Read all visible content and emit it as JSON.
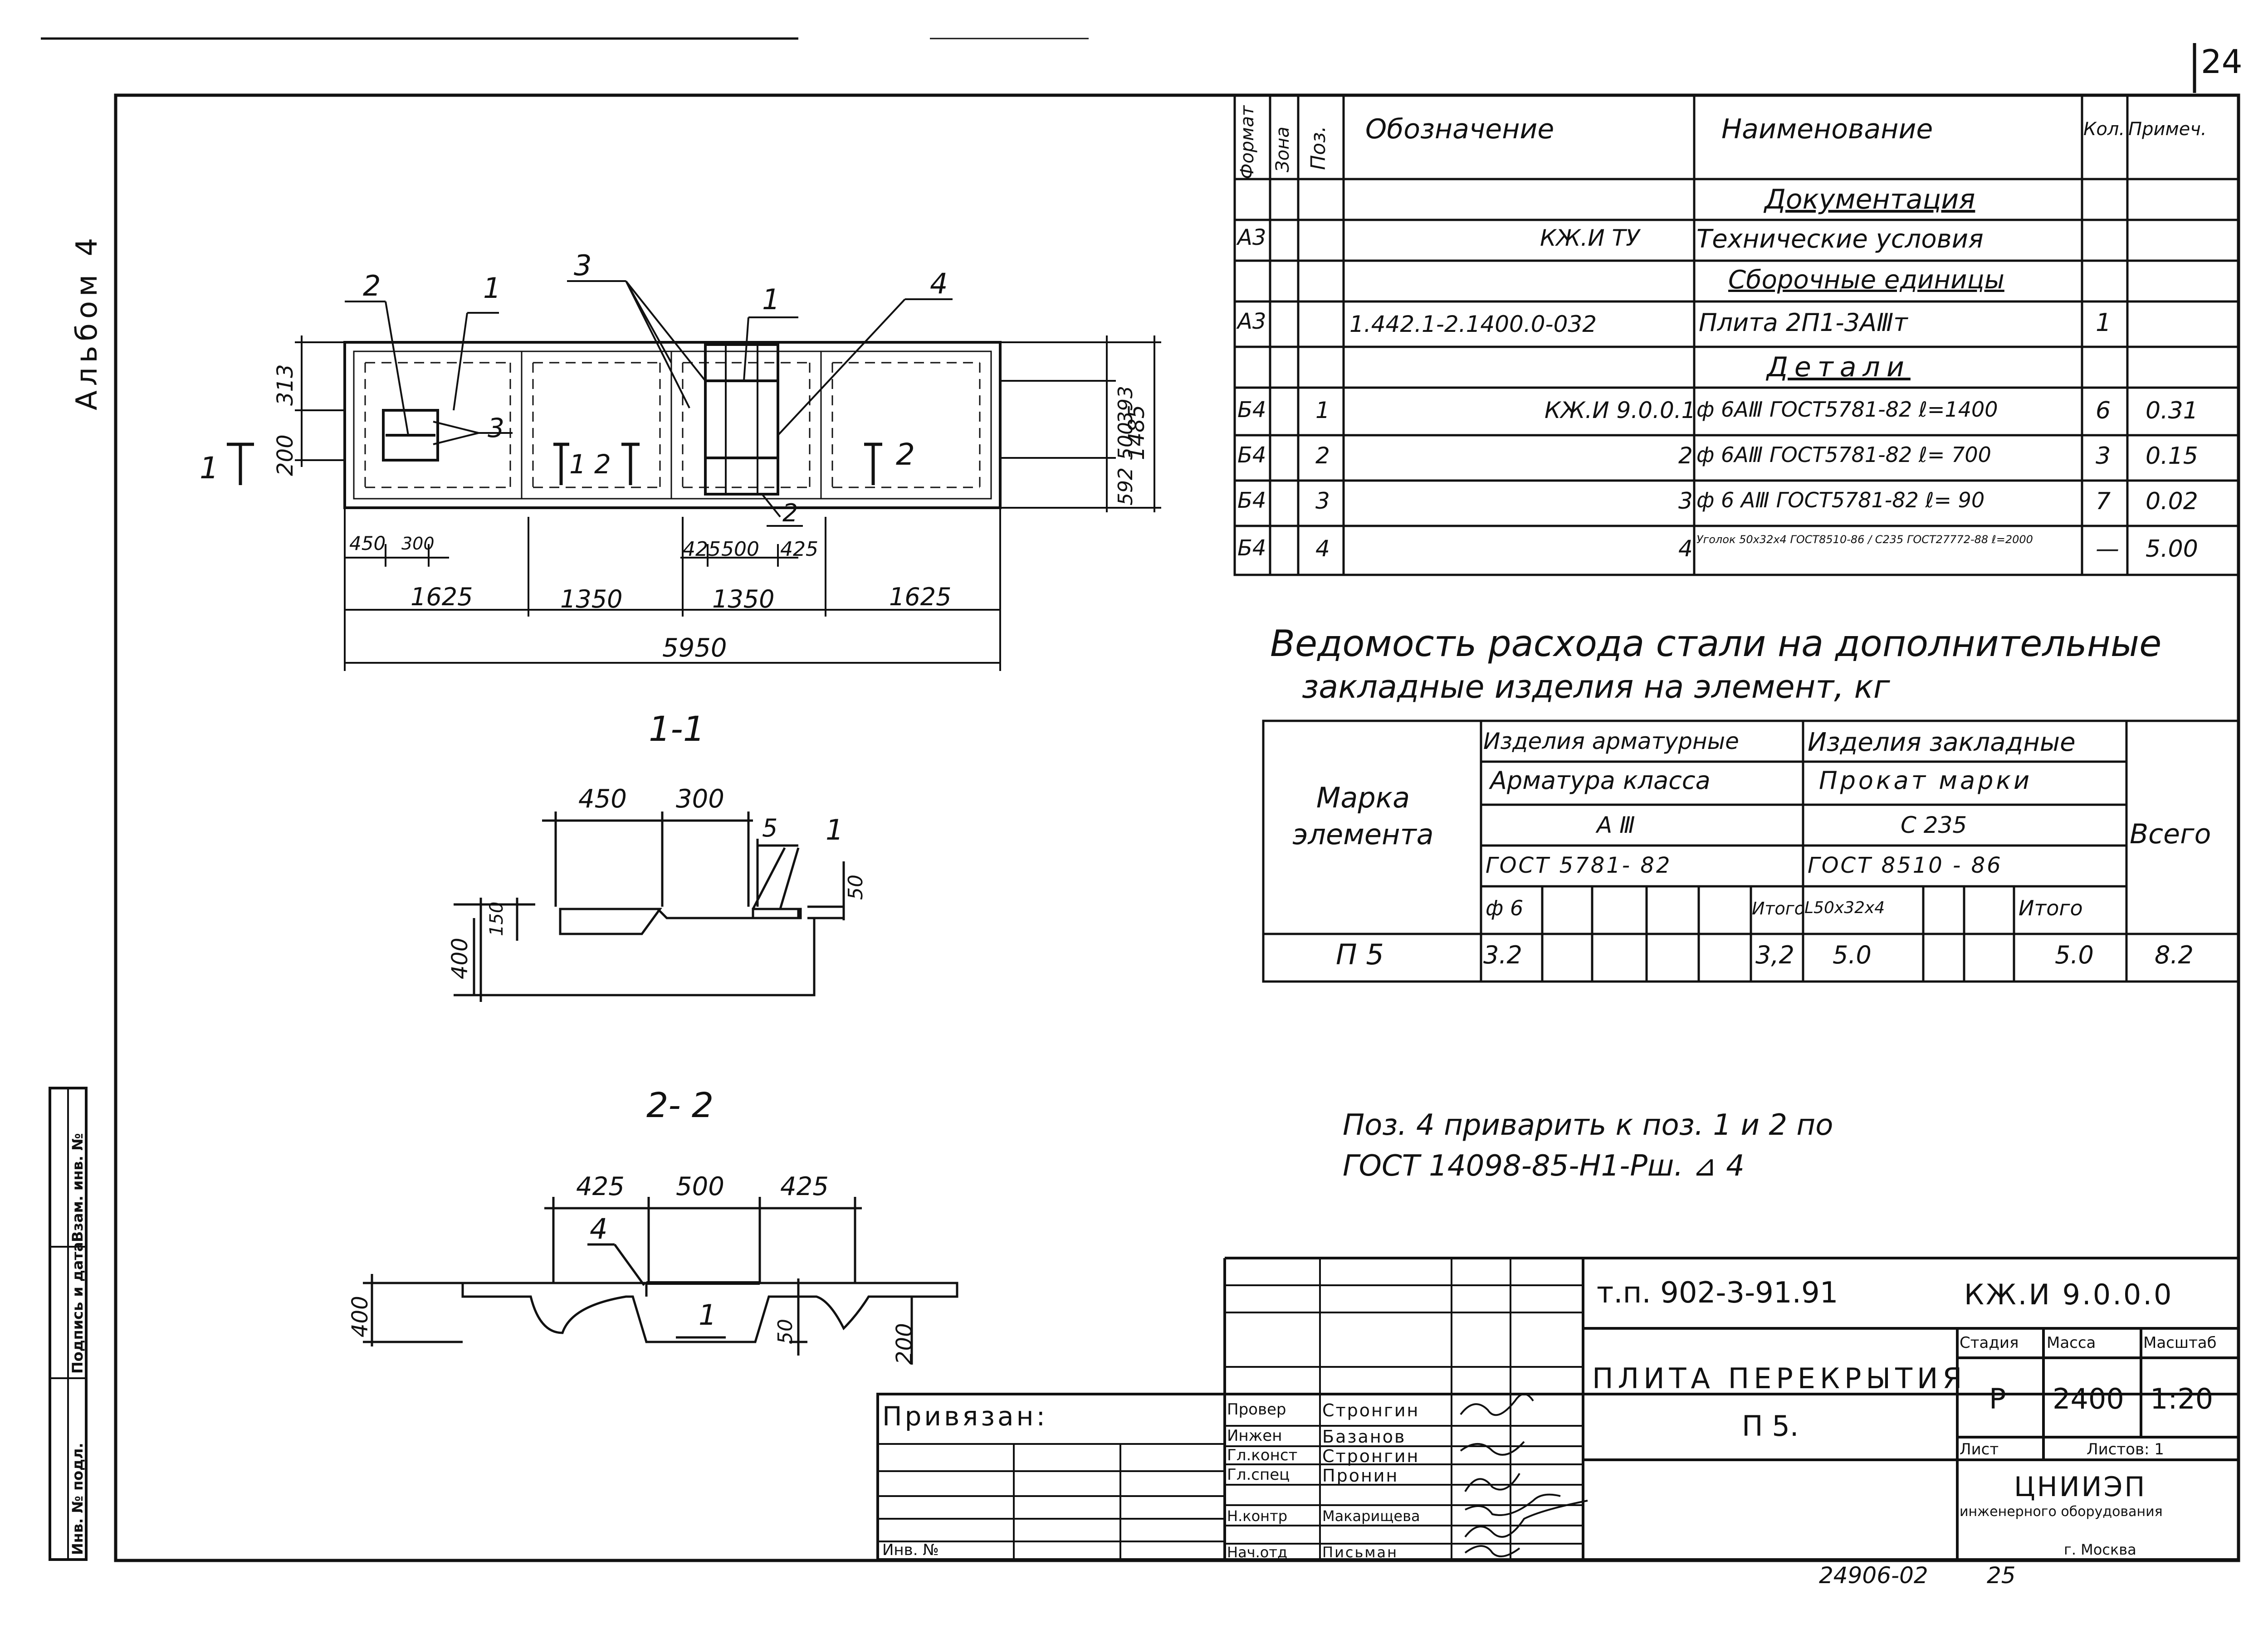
{
  "page": {
    "number": "24",
    "album": "Альбом 4"
  },
  "spec_table": {
    "headers": {
      "format": "Формат",
      "zone": "Зона",
      "pos": "Поз.",
      "designation": "Обозначение",
      "name": "Наименование",
      "qty": "Кол.",
      "note": "Примеч."
    },
    "rows": [
      {
        "format": "",
        "pos": "",
        "designation": "",
        "name": "Документация",
        "qty": "",
        "note": ""
      },
      {
        "format": "А3",
        "pos": "",
        "designation": "КЖ.И ТУ",
        "name": "Технические условия",
        "qty": "",
        "note": ""
      },
      {
        "format": "",
        "pos": "",
        "designation": "",
        "name": "Сборочные единицы",
        "qty": "",
        "note": ""
      },
      {
        "format": "А3",
        "pos": "",
        "designation": "1.442.1-2.1400.0-032",
        "name": "Плита 2П1-3АⅢт",
        "qty": "1",
        "note": ""
      },
      {
        "format": "",
        "pos": "",
        "designation": "",
        "name": "Детали",
        "qty": "",
        "note": ""
      },
      {
        "format": "Б4",
        "pos": "1",
        "designation": "КЖ.И 9.0.0.1",
        "name": "ф 6АⅢ ГОСТ5781-82 ℓ=1400",
        "qty": "6",
        "note": "0.31"
      },
      {
        "format": "Б4",
        "pos": "2",
        "designation": "2",
        "name": "ф 6АⅢ ГОСТ5781-82 ℓ= 700",
        "qty": "3",
        "note": "0.15"
      },
      {
        "format": "Б4",
        "pos": "3",
        "designation": "3",
        "name": "ф 6 АⅢ ГОСТ5781-82 ℓ= 90",
        "qty": "7",
        "note": "0.02"
      },
      {
        "format": "Б4",
        "pos": "4",
        "designation": "4",
        "name": "Уголок 50х32х4 ГОСТ8510-86 / С235 ГОСТ27772-88 ℓ=2000",
        "qty": "—",
        "note": "5.00"
      }
    ]
  },
  "steel": {
    "title_line1": "Ведомость расхода стали на дополнительные",
    "title_line2": "закладные изделия на элемент, кг",
    "col_mark": "Марка элемента",
    "col_rebar": "Изделия арматурные",
    "col_embed": "Изделия закладные",
    "rebar_class_label": "Арматура класса",
    "rebar_class": "А Ⅲ",
    "rebar_gost": "ГОСТ 5781- 82",
    "rebar_dia": "ф 6",
    "rebar_total_label": "Итого",
    "embed_grade_label": "Прокат марки",
    "embed_grade": "С 235",
    "embed_gost": "ГОСТ 8510 - 86",
    "embed_profile": "L50х32х4",
    "embed_total_label": "Итого",
    "col_total": "Всего",
    "row": {
      "mark": "П 5",
      "rebar_dia_val": "3.2",
      "rebar_total": "3,2",
      "embed_profile_val": "5.0",
      "embed_total": "5.0",
      "total": "8.2"
    }
  },
  "note": {
    "line1": "Поз. 4 приварить к поз. 1 и 2 по",
    "line2": "ГОСТ 14098-85-Н1-Рш. ⊿ 4"
  },
  "plan": {
    "dims_bottom_small": [
      "450",
      "300",
      "425",
      "500",
      "425"
    ],
    "dims_bottom": [
      "1625",
      "1350",
      "1350",
      "1625"
    ],
    "dim_total": "5950",
    "dims_left": [
      "313",
      "200"
    ],
    "dims_right_small": [
      "393",
      "500",
      "592"
    ],
    "dim_right_total": "1485",
    "callouts": [
      "2",
      "1",
      "3",
      "1",
      "4",
      "3",
      "2"
    ],
    "section_marks": [
      "1",
      "1",
      "2",
      "2"
    ]
  },
  "section_1": {
    "title": "1-1",
    "dims": [
      "450",
      "300",
      "5",
      "1",
      "50",
      "150",
      "400"
    ]
  },
  "section_2": {
    "title": "2- 2",
    "dims": [
      "425",
      "500",
      "425",
      "4",
      "1",
      "50",
      "200",
      "400"
    ]
  },
  "title_block": {
    "tp": "т.п. 902-3-91.91",
    "code": "КЖ.И 9.0.0.0",
    "title_line1": "ПЛИТА ПЕРЕКРЫТИЯ",
    "title_line2": "П 5.",
    "stage_label": "Стадия",
    "mass_label": "Масса",
    "scale_label": "Масштаб",
    "stage": "Р",
    "mass": "2400",
    "scale": "1:20",
    "sheet_label": "Лист",
    "sheets_label": "Листов: 1",
    "org_line1": "ЦНИИЭП",
    "org_line2": "инженерного оборудования",
    "org_line3": "г. Москва",
    "bound_label": "Привязан:",
    "inv_label": "Инв. №",
    "signers": [
      {
        "role": "Провер",
        "name": "Стронгин"
      },
      {
        "role": "Инжен",
        "name": "Базанов"
      },
      {
        "role": "Гл.конст",
        "name": "Стронгин"
      },
      {
        "role": "Гл.спец",
        "name": "Пронин"
      },
      {
        "role": "Н.контр",
        "name": "Макарищева"
      },
      {
        "role": "Нач.отд",
        "name": "Письман"
      }
    ]
  },
  "side_stamp": [
    "Инв. № подл.",
    "Подпись и дата",
    "Взам. инв. №"
  ],
  "footer": {
    "archive": "24906-02",
    "sheet": "25"
  }
}
